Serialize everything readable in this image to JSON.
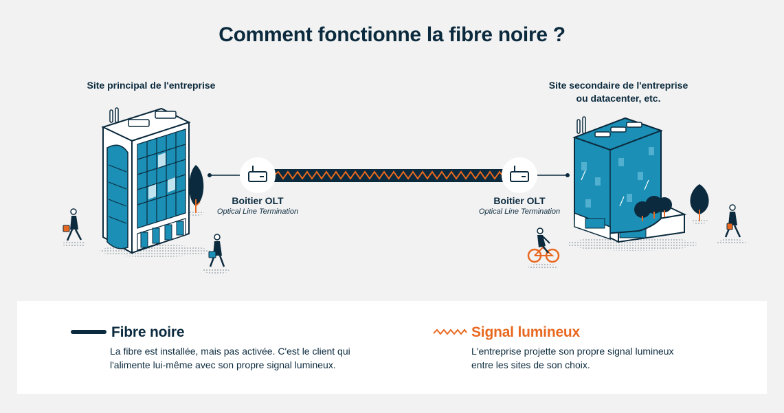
{
  "title": "Comment fonctionne la fibre noire ?",
  "sites": {
    "left": {
      "label": "Site principal de l'entreprise"
    },
    "right": {
      "label_line1": "Site secondaire de l'entreprise",
      "label_line2": "ou datacenter, etc."
    }
  },
  "olt": {
    "left": {
      "title": "Boitier OLT",
      "subtitle": "Optical Line Termination"
    },
    "right": {
      "title": "Boitier OLT",
      "subtitle": "Optical Line Termination"
    }
  },
  "legend": {
    "fibre": {
      "title": "Fibre noire",
      "line1": "La fibre est installée, mais pas activée.  C'est le client qui",
      "line2": "l'alimente lui-même avec son propre signal lumineux."
    },
    "signal": {
      "title": "Signal lumineux",
      "line1": "L'entreprise projette son propre signal lumineux",
      "line2": "entre les sites de son choix."
    }
  },
  "colors": {
    "navy": "#0b2a3d",
    "orange": "#e8681f",
    "teal": "#1b8fb5",
    "background": "#f2f2f2",
    "panel": "#ffffff"
  },
  "icons": {
    "olt_device": "router-icon",
    "building_left": "office-building",
    "building_right": "datacenter-building"
  }
}
